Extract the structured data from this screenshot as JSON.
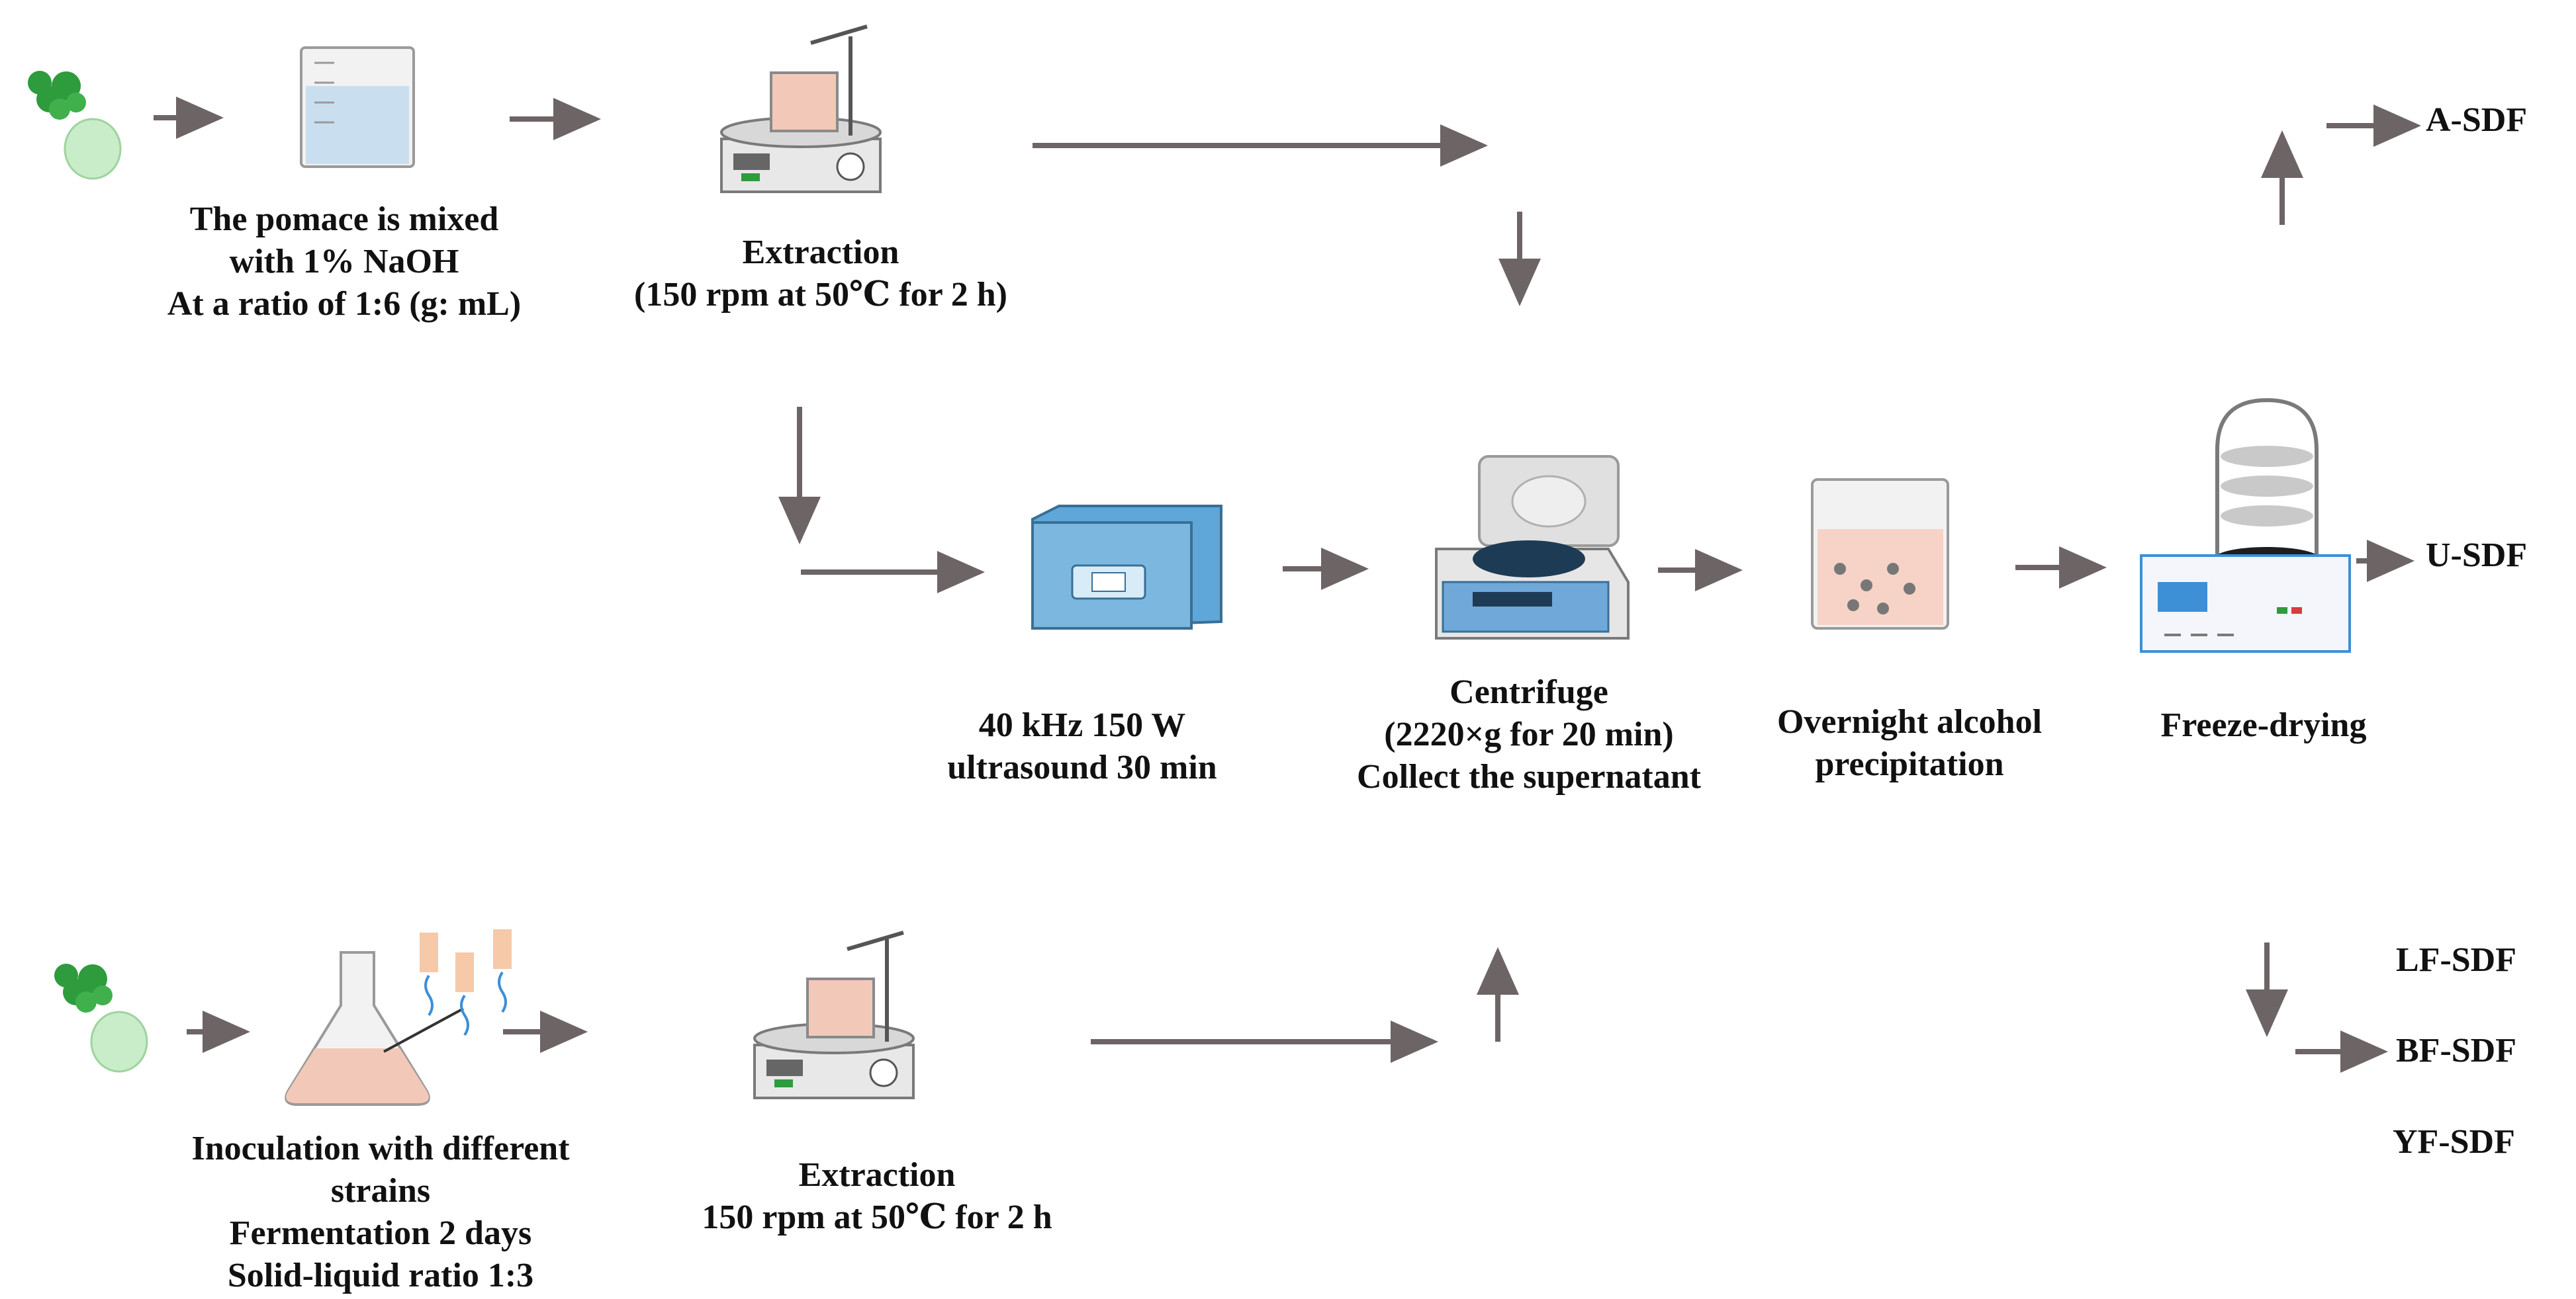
{
  "colors": {
    "arrow": "#6d6466",
    "leaf": "#2e9b3d",
    "pomace": "#c9ecc9",
    "beaker_glass": "#f2f2f2",
    "liquid_blue": "#c9dff0",
    "liquid_pink": "#f2c9b8",
    "device_body": "#e8e8e8",
    "ultrasound_blue": "#7cb7e0",
    "freeze_screen": "#3d8fd6"
  },
  "icons": [
    "pomace-icon",
    "beaker-naoh-icon",
    "stirrer-extraction-icon",
    "ultrasound-bath-icon",
    "centrifuge-icon",
    "precipitation-beaker-icon",
    "freeze-dryer-icon",
    "fermentation-flask-icon"
  ],
  "steps": {
    "mix": [
      "The pomace is mixed",
      "with 1% NaOH",
      "At a ratio of 1:6 (g: mL)"
    ],
    "extraction_top": [
      "Extraction",
      "(150 rpm at 50℃ for 2 h)"
    ],
    "ultrasound": [
      "40 kHz 150 W",
      "ultrasound 30 min"
    ],
    "centrifuge": [
      "Centrifuge",
      "(2220×g for 20 min)",
      "Collect the supernatant"
    ],
    "precipitation": [
      "Overnight alcohol",
      "precipitation"
    ],
    "freeze_drying": [
      "Freeze-drying"
    ],
    "inoculation": [
      "Inoculation with different",
      "strains",
      "Fermentation 2 days",
      "Solid-liquid ratio 1:3"
    ],
    "extraction_bottom": [
      "Extraction",
      "150 rpm at 50℃ for 2 h"
    ]
  },
  "outputs": {
    "a_sdf": "A-SDF",
    "u_sdf": "U-SDF",
    "lf_sdf": "LF-SDF",
    "bf_sdf": "BF-SDF",
    "yf_sdf": "YF-SDF"
  }
}
